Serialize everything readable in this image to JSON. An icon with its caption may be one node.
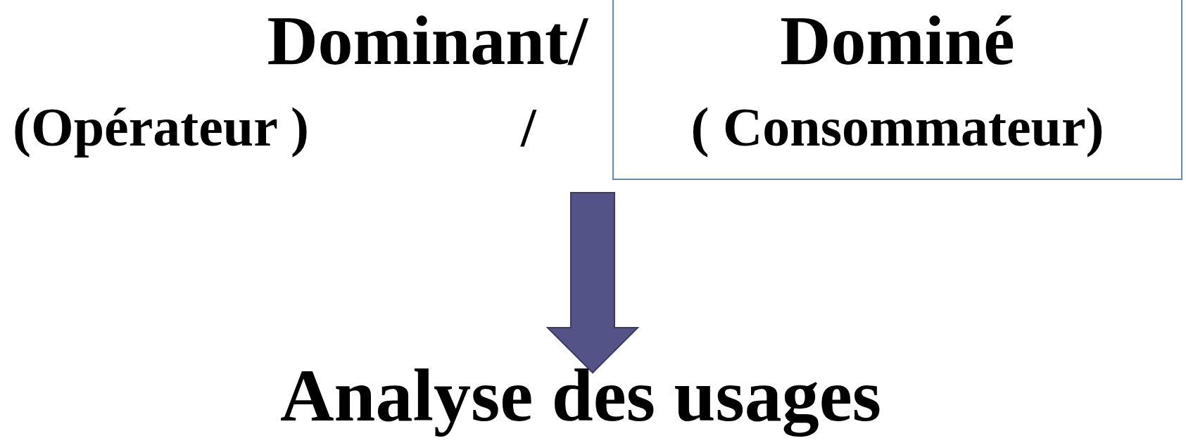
{
  "diagram": {
    "nodes": [
      {
        "text": [
          "Dominé",
          "( Consommateur)"
        ]
      },
      {
        "text": [
          "Analyse des usages"
        ]
      }
    ],
    "edges": [
      {
        "from": null,
        "to": 1,
        "arrow": "to",
        "style": "thick",
        "color": "#535387"
      }
    ],
    "labels": [
      "Dominant/",
      "(Opérateur )",
      "/"
    ]
  }
}
